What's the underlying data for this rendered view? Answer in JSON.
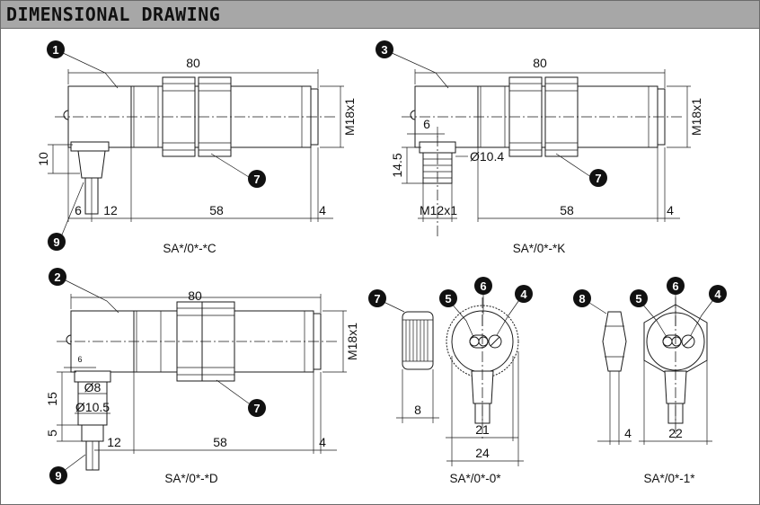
{
  "header": {
    "title": "DIMENSIONAL DRAWING"
  },
  "colors": {
    "header_bg": "#a7a7a7",
    "line": "#1a1a1a",
    "badge": "#111111"
  },
  "views": {
    "c": {
      "caption": "SA*/0*-*C",
      "length": "80",
      "thread": "M18x1",
      "cable_h": "10",
      "d6": "6",
      "d12": "12",
      "d58": "58",
      "d4": "4"
    },
    "k": {
      "caption": "SA*/0*-*K",
      "length": "80",
      "thread": "M18x1",
      "d6": "6",
      "d14": "14.5",
      "dia": "Ø10.4",
      "conn_thread": "M12x1",
      "d58": "58",
      "d4": "4"
    },
    "d": {
      "caption": "SA*/0*-*D",
      "length": "80",
      "thread": "M18x1",
      "d6": "6",
      "d15": "15",
      "d5": "5",
      "dia8": "Ø8",
      "dia105": "Ø10.5",
      "d12": "12",
      "d58": "58",
      "d4": "4"
    },
    "nut": {
      "width": "8"
    },
    "end0": {
      "caption": "SA*/0*-0*",
      "d21": "21",
      "d24": "24"
    },
    "end1": {
      "caption": "SA*/0*-1*",
      "d4": "4",
      "d22": "22"
    }
  },
  "badges": [
    "1",
    "2",
    "3",
    "4",
    "5",
    "6",
    "7",
    "8",
    "9"
  ]
}
